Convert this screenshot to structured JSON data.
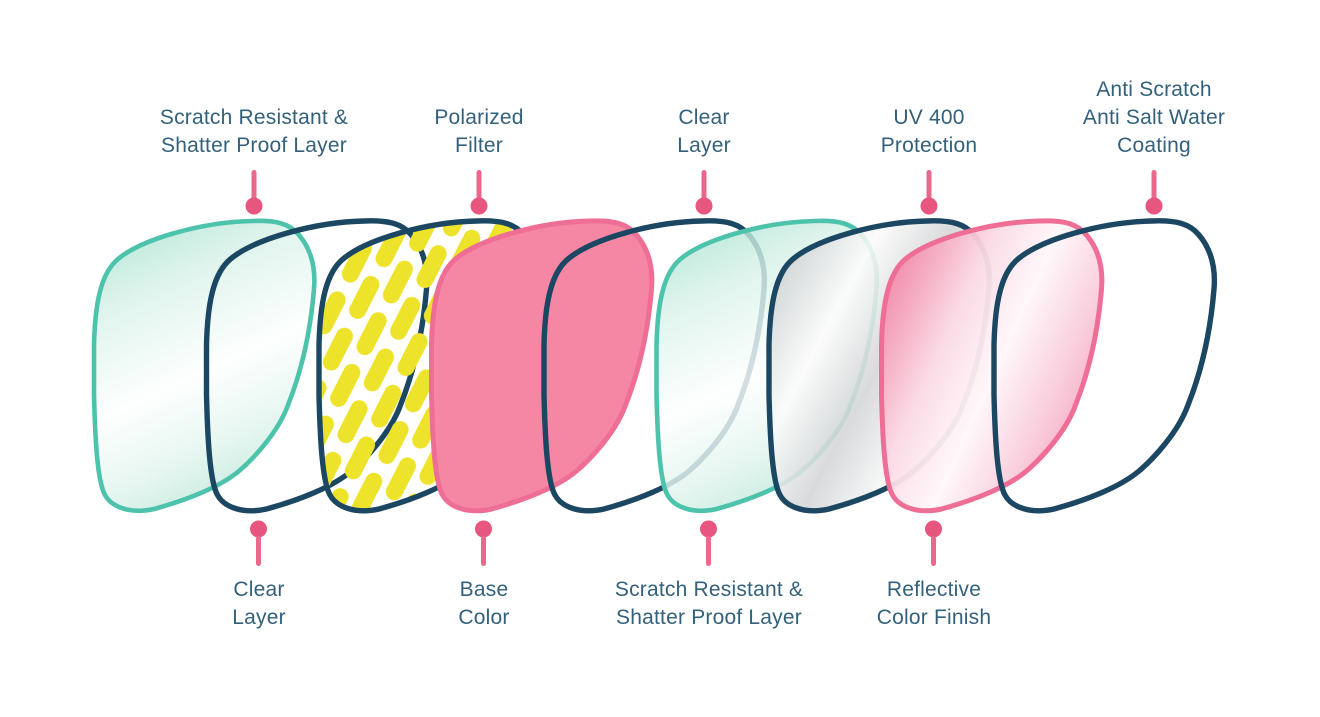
{
  "diagram": {
    "subject": "sunglasses-lens-layers",
    "layer_count": 9
  },
  "palette": {
    "background": "#FFFFFF",
    "text": "#33617C",
    "navy_outline": "#1B4762",
    "teal_outline": "#4EC3AB",
    "teal_fill_light": "#9EDFCB",
    "yellow": "#EEE32B",
    "pink_fill": "#F586A4",
    "pink_outline": "#EE6E96",
    "silver": "#D3D5D7",
    "pin_dot": "#E6567E",
    "pin_stem": "#E9688C"
  },
  "layers": [
    {
      "name": "scratch-shatter-front",
      "label": "Scratch Resistant &\nShatter Proof Layer",
      "label_position": "top",
      "fill": "teal-gradient",
      "outline": "teal"
    },
    {
      "name": "clear-front",
      "label": "Clear\nLayer",
      "label_position": "bottom",
      "fill": "clear",
      "outline": "navy"
    },
    {
      "name": "polarized-filter",
      "label": "Polarized\nFilter",
      "label_position": "top",
      "fill": "yellow-pattern",
      "outline": "navy"
    },
    {
      "name": "base-color",
      "label": "Base\nColor",
      "label_position": "bottom",
      "fill": "pink-solid",
      "outline": "pink"
    },
    {
      "name": "clear-middle",
      "label": "Clear\nLayer",
      "label_position": "top",
      "fill": "clear",
      "outline": "navy"
    },
    {
      "name": "scratch-shatter-back",
      "label": "Scratch Resistant &\nShatter Proof Layer",
      "label_position": "bottom",
      "fill": "teal-gradient",
      "outline": "teal"
    },
    {
      "name": "uv400-protection",
      "label": "UV 400\nProtection",
      "label_position": "top",
      "fill": "silver-gradient",
      "outline": "navy"
    },
    {
      "name": "reflective-color-finish",
      "label": "Reflective\nColor Finish",
      "label_position": "bottom",
      "fill": "pink-gradient",
      "outline": "pink"
    },
    {
      "name": "anti-scratch-coating",
      "label": "Anti Scratch\nAnti Salt Water\nCoating",
      "label_position": "top",
      "fill": "clear",
      "outline": "navy"
    }
  ]
}
